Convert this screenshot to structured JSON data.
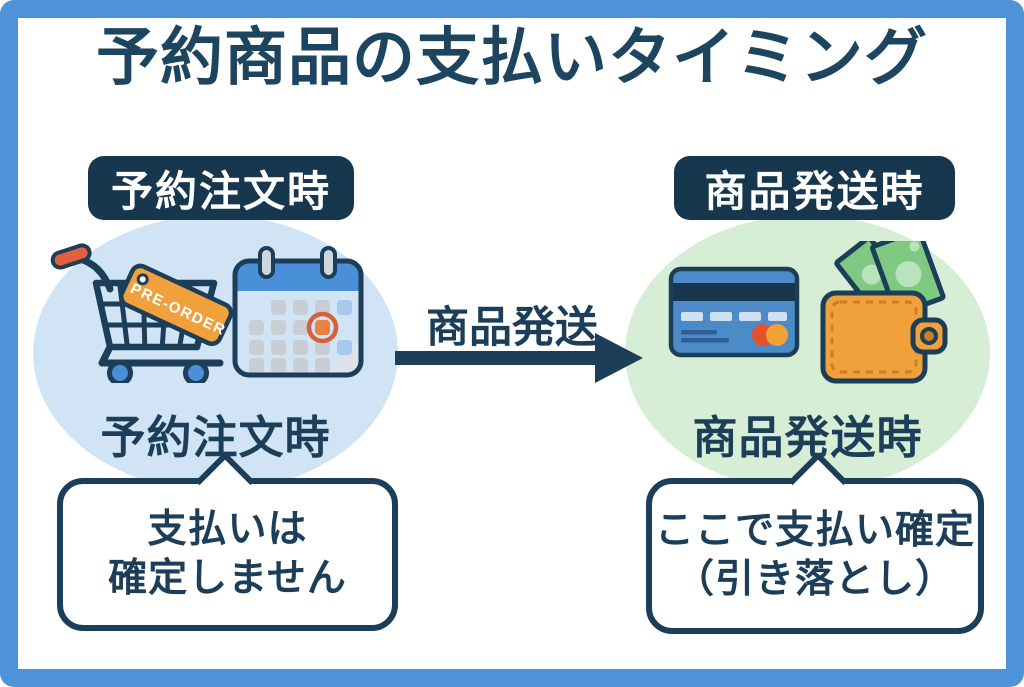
{
  "title": "予約商品の支払いタイミング",
  "left": {
    "badge": "予約注文時",
    "circle_label": "予約注文時",
    "tag_label": "PRE-ORDER",
    "bubble": {
      "line1": "支払いは",
      "line2": "確定しません"
    }
  },
  "arrow": {
    "label": "商品発送"
  },
  "right": {
    "badge": "商品発送時",
    "circle_label": "商品発送時",
    "bubble": {
      "line1": "ここで支払い確定",
      "line2": "（引き落とし）"
    }
  },
  "colors": {
    "frame_blue": "#4E92D8",
    "navy_text": "#1C3E58",
    "badge_navy": "#17374F",
    "light_blue_circle": "#D0E4F6",
    "light_green_circle": "#D6EDD6",
    "tag_orange": "#F0A13C",
    "grip_red_orange": "#E2603F",
    "wheel_blue": "#4A90D9",
    "card_blue": "#4D8AC8",
    "money_green": "#7FC982"
  }
}
